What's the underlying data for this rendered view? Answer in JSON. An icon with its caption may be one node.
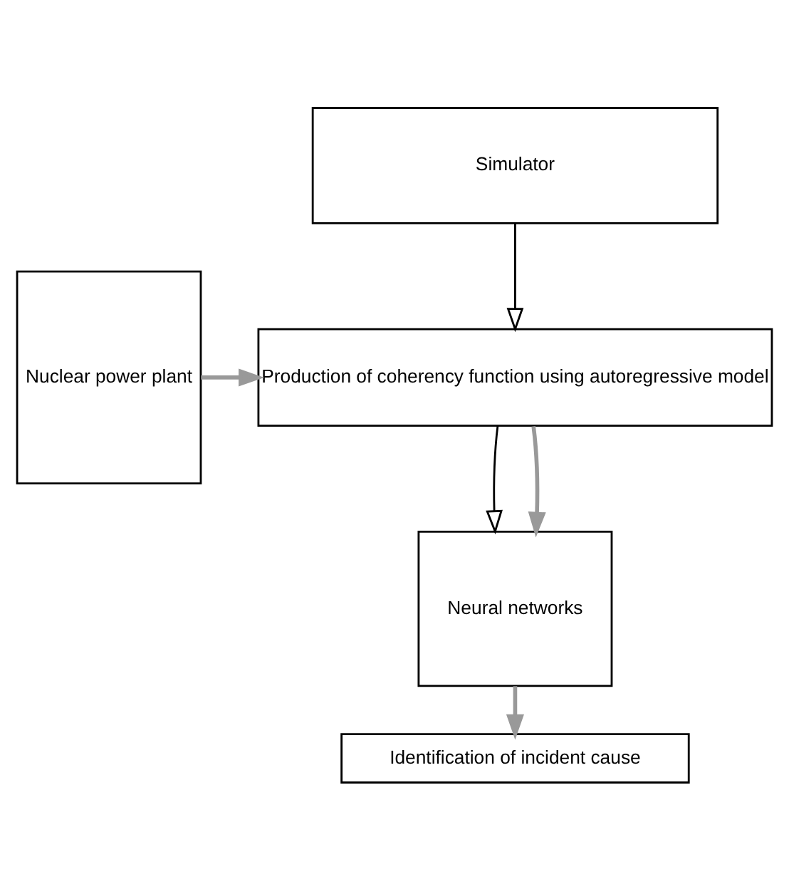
{
  "diagram": {
    "nodes": [
      {
        "text": [
          "Simulator"
        ]
      },
      {
        "text": [
          "Nuclear power plant"
        ]
      },
      {
        "text": [
          "Production of coherency function using autoregressive model"
        ]
      },
      {
        "text": [
          "Neural networks"
        ]
      },
      {
        "text": [
          "Identification of incident cause"
        ]
      }
    ],
    "edges": [
      {
        "from": 0,
        "to": 2,
        "arrow": "to",
        "color": "#000000"
      },
      {
        "from": 1,
        "to": 2,
        "arrow": "to"
      },
      {
        "from": 2,
        "to": 3,
        "arrow": "to",
        "color": "#000000"
      },
      {
        "from": 2,
        "to": 3,
        "arrow": "to"
      },
      {
        "from": 3,
        "to": 4,
        "arrow": "to"
      }
    ]
  }
}
